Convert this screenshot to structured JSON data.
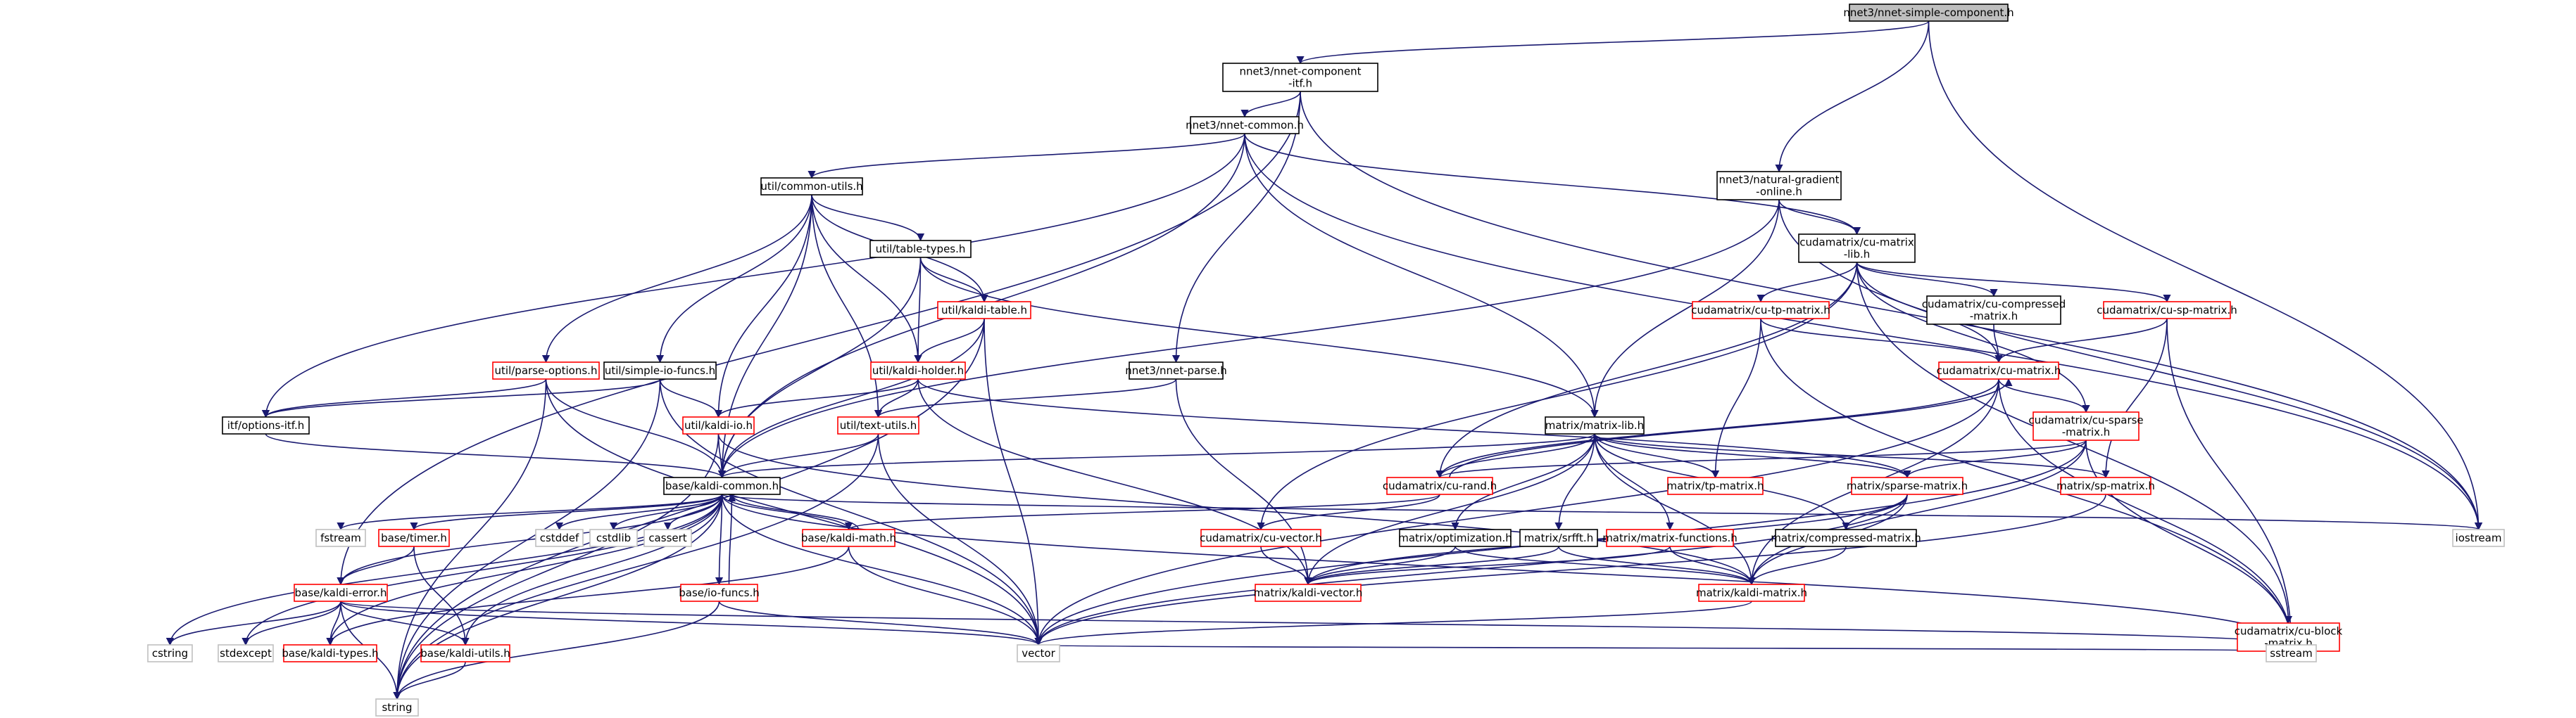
{
  "colors": {
    "edge": "#191970",
    "border_default": "#000000",
    "border_incomplete": "#ff0000",
    "border_external": "#bfbfbf",
    "fill_default": "#ffffff",
    "fill_root": "#bfbfbf",
    "text": "#000000"
  },
  "nodes": [
    {
      "id": "nnet-simple-component",
      "lines": [
        "nnet3/nnet-simple-component.h"
      ],
      "style": "root"
    },
    {
      "id": "nnet-component-itf",
      "lines": [
        "nnet3/nnet-component",
        "-itf.h"
      ],
      "style": "default"
    },
    {
      "id": "nnet-common",
      "lines": [
        "nnet3/nnet-common.h"
      ],
      "style": "default"
    },
    {
      "id": "natural-gradient-online",
      "lines": [
        "nnet3/natural-gradient",
        "-online.h"
      ],
      "style": "default"
    },
    {
      "id": "common-utils",
      "lines": [
        "util/common-utils.h"
      ],
      "style": "default"
    },
    {
      "id": "cu-matrix-lib",
      "lines": [
        "cudamatrix/cu-matrix",
        "-lib.h"
      ],
      "style": "default"
    },
    {
      "id": "table-types",
      "lines": [
        "util/table-types.h"
      ],
      "style": "default"
    },
    {
      "id": "kaldi-table",
      "lines": [
        "util/kaldi-table.h"
      ],
      "style": "incomplete"
    },
    {
      "id": "cu-tp-matrix",
      "lines": [
        "cudamatrix/cu-tp-matrix.h"
      ],
      "style": "incomplete"
    },
    {
      "id": "cu-compressed-matrix",
      "lines": [
        "cudamatrix/cu-compressed",
        "-matrix.h"
      ],
      "style": "default"
    },
    {
      "id": "cu-sp-matrix",
      "lines": [
        "cudamatrix/cu-sp-matrix.h"
      ],
      "style": "incomplete"
    },
    {
      "id": "parse-options",
      "lines": [
        "util/parse-options.h"
      ],
      "style": "incomplete"
    },
    {
      "id": "simple-io-funcs",
      "lines": [
        "util/simple-io-funcs.h"
      ],
      "style": "default"
    },
    {
      "id": "kaldi-holder",
      "lines": [
        "util/kaldi-holder.h"
      ],
      "style": "incomplete"
    },
    {
      "id": "nnet-parse",
      "lines": [
        "nnet3/nnet-parse.h"
      ],
      "style": "default"
    },
    {
      "id": "cu-matrix",
      "lines": [
        "cudamatrix/cu-matrix.h"
      ],
      "style": "incomplete"
    },
    {
      "id": "cu-sparse-matrix",
      "lines": [
        "cudamatrix/cu-sparse",
        "-matrix.h"
      ],
      "style": "incomplete"
    },
    {
      "id": "options-itf",
      "lines": [
        "itf/options-itf.h"
      ],
      "style": "default"
    },
    {
      "id": "kaldi-io",
      "lines": [
        "util/kaldi-io.h"
      ],
      "style": "incomplete"
    },
    {
      "id": "text-utils",
      "lines": [
        "util/text-utils.h"
      ],
      "style": "incomplete"
    },
    {
      "id": "matrix-lib",
      "lines": [
        "matrix/matrix-lib.h"
      ],
      "style": "default"
    },
    {
      "id": "kaldi-common",
      "lines": [
        "base/kaldi-common.h"
      ],
      "style": "default"
    },
    {
      "id": "cu-rand",
      "lines": [
        "cudamatrix/cu-rand.h"
      ],
      "style": "incomplete"
    },
    {
      "id": "tp-matrix",
      "lines": [
        "matrix/tp-matrix.h"
      ],
      "style": "incomplete"
    },
    {
      "id": "sparse-matrix",
      "lines": [
        "matrix/sparse-matrix.h"
      ],
      "style": "incomplete"
    },
    {
      "id": "sp-matrix",
      "lines": [
        "matrix/sp-matrix.h"
      ],
      "style": "incomplete"
    },
    {
      "id": "iostream",
      "lines": [
        "iostream"
      ],
      "style": "external"
    },
    {
      "id": "fstream",
      "lines": [
        "fstream"
      ],
      "style": "external"
    },
    {
      "id": "timer",
      "lines": [
        "base/timer.h"
      ],
      "style": "incomplete"
    },
    {
      "id": "cstddef",
      "lines": [
        "cstddef"
      ],
      "style": "external"
    },
    {
      "id": "cstdlib",
      "lines": [
        "cstdlib"
      ],
      "style": "external"
    },
    {
      "id": "cassert",
      "lines": [
        "cassert"
      ],
      "style": "external"
    },
    {
      "id": "kaldi-math",
      "lines": [
        "base/kaldi-math.h"
      ],
      "style": "incomplete"
    },
    {
      "id": "cu-vector",
      "lines": [
        "cudamatrix/cu-vector.h"
      ],
      "style": "incomplete"
    },
    {
      "id": "optimization",
      "lines": [
        "matrix/optimization.h"
      ],
      "style": "default"
    },
    {
      "id": "srfft",
      "lines": [
        "matrix/srfft.h"
      ],
      "style": "default"
    },
    {
      "id": "matrix-functions",
      "lines": [
        "matrix/matrix-functions.h"
      ],
      "style": "incomplete"
    },
    {
      "id": "compressed-matrix",
      "lines": [
        "matrix/compressed-matrix.h"
      ],
      "style": "default"
    },
    {
      "id": "kaldi-error",
      "lines": [
        "base/kaldi-error.h"
      ],
      "style": "incomplete"
    },
    {
      "id": "io-funcs",
      "lines": [
        "base/io-funcs.h"
      ],
      "style": "incomplete"
    },
    {
      "id": "kaldi-vector",
      "lines": [
        "matrix/kaldi-vector.h"
      ],
      "style": "incomplete"
    },
    {
      "id": "kaldi-matrix",
      "lines": [
        "matrix/kaldi-matrix.h"
      ],
      "style": "incomplete"
    },
    {
      "id": "cu-block-matrix",
      "lines": [
        "cudamatrix/cu-block",
        "-matrix.h"
      ],
      "style": "incomplete"
    },
    {
      "id": "cstring",
      "lines": [
        "cstring"
      ],
      "style": "external"
    },
    {
      "id": "stdexcept",
      "lines": [
        "stdexcept"
      ],
      "style": "external"
    },
    {
      "id": "kaldi-types",
      "lines": [
        "base/kaldi-types.h"
      ],
      "style": "incomplete"
    },
    {
      "id": "kaldi-utils",
      "lines": [
        "base/kaldi-utils.h"
      ],
      "style": "incomplete"
    },
    {
      "id": "vector",
      "lines": [
        "vector"
      ],
      "style": "external"
    },
    {
      "id": "sstream",
      "lines": [
        "sstream"
      ],
      "style": "external"
    },
    {
      "id": "string",
      "lines": [
        "string"
      ],
      "style": "external"
    }
  ],
  "edges": [
    [
      "nnet-simple-component",
      "nnet-component-itf"
    ],
    [
      "nnet-simple-component",
      "natural-gradient-online"
    ],
    [
      "nnet-simple-component",
      "iostream"
    ],
    [
      "nnet-component-itf",
      "nnet-common"
    ],
    [
      "nnet-component-itf",
      "nnet-parse"
    ],
    [
      "nnet-component-itf",
      "kaldi-error"
    ],
    [
      "nnet-component-itf",
      "iostream"
    ],
    [
      "nnet-common",
      "common-utils"
    ],
    [
      "nnet-common",
      "cu-matrix-lib"
    ],
    [
      "nnet-common",
      "options-itf"
    ],
    [
      "nnet-common",
      "matrix-lib"
    ],
    [
      "nnet-common",
      "kaldi-common"
    ],
    [
      "nnet-common",
      "iostream"
    ],
    [
      "natural-gradient-online",
      "cu-matrix-lib"
    ],
    [
      "natural-gradient-online",
      "matrix-lib"
    ],
    [
      "natural-gradient-online",
      "kaldi-common"
    ],
    [
      "natural-gradient-online",
      "iostream"
    ],
    [
      "common-utils",
      "table-types"
    ],
    [
      "common-utils",
      "kaldi-table"
    ],
    [
      "common-utils",
      "kaldi-holder"
    ],
    [
      "common-utils",
      "parse-options"
    ],
    [
      "common-utils",
      "simple-io-funcs"
    ],
    [
      "common-utils",
      "kaldi-io"
    ],
    [
      "common-utils",
      "text-utils"
    ],
    [
      "common-utils",
      "kaldi-common"
    ],
    [
      "cu-matrix-lib",
      "cu-tp-matrix"
    ],
    [
      "cu-matrix-lib",
      "cu-compressed-matrix"
    ],
    [
      "cu-matrix-lib",
      "cu-sp-matrix"
    ],
    [
      "cu-matrix-lib",
      "cu-matrix"
    ],
    [
      "cu-matrix-lib",
      "cu-sparse-matrix"
    ],
    [
      "cu-matrix-lib",
      "cu-rand"
    ],
    [
      "cu-matrix-lib",
      "cu-vector"
    ],
    [
      "cu-matrix-lib",
      "cu-block-matrix"
    ],
    [
      "table-types",
      "kaldi-table"
    ],
    [
      "table-types",
      "kaldi-holder"
    ],
    [
      "table-types",
      "matrix-lib"
    ],
    [
      "table-types",
      "kaldi-common"
    ],
    [
      "kaldi-table",
      "kaldi-holder"
    ],
    [
      "kaldi-table",
      "kaldi-common"
    ],
    [
      "kaldi-table",
      "vector"
    ],
    [
      "kaldi-table",
      "string"
    ],
    [
      "cu-tp-matrix",
      "cu-matrix"
    ],
    [
      "cu-tp-matrix",
      "tp-matrix"
    ],
    [
      "cu-tp-matrix",
      "sstream"
    ],
    [
      "cu-compressed-matrix",
      "cu-matrix"
    ],
    [
      "cu-sp-matrix",
      "cu-matrix"
    ],
    [
      "cu-sp-matrix",
      "sp-matrix"
    ],
    [
      "cu-sp-matrix",
      "sstream"
    ],
    [
      "parse-options",
      "options-itf"
    ],
    [
      "parse-options",
      "kaldi-common"
    ],
    [
      "parse-options",
      "vector"
    ],
    [
      "parse-options",
      "string"
    ],
    [
      "simple-io-funcs",
      "options-itf"
    ],
    [
      "simple-io-funcs",
      "kaldi-io"
    ],
    [
      "simple-io-funcs",
      "vector"
    ],
    [
      "simple-io-funcs",
      "string"
    ],
    [
      "kaldi-holder",
      "kaldi-io"
    ],
    [
      "kaldi-holder",
      "text-utils"
    ],
    [
      "kaldi-holder",
      "sparse-matrix"
    ],
    [
      "kaldi-holder",
      "kaldi-vector"
    ],
    [
      "nnet-parse",
      "text-utils"
    ],
    [
      "nnet-parse",
      "kaldi-vector"
    ],
    [
      "cu-matrix",
      "cu-sparse-matrix"
    ],
    [
      "cu-matrix",
      "cu-rand"
    ],
    [
      "cu-matrix",
      "kaldi-matrix"
    ],
    [
      "cu-matrix",
      "sstream"
    ],
    [
      "cu-matrix",
      "vector"
    ],
    [
      "cu-sparse-matrix",
      "cu-rand"
    ],
    [
      "cu-sparse-matrix",
      "sparse-matrix"
    ],
    [
      "cu-sparse-matrix",
      "kaldi-matrix"
    ],
    [
      "cu-sparse-matrix",
      "sstream"
    ],
    [
      "cu-sparse-matrix",
      "vector"
    ],
    [
      "options-itf",
      "kaldi-common"
    ],
    [
      "kaldi-io",
      "kaldi-common"
    ],
    [
      "kaldi-io",
      "kaldi-matrix"
    ],
    [
      "kaldi-io",
      "string"
    ],
    [
      "text-utils",
      "kaldi-common"
    ],
    [
      "text-utils",
      "vector"
    ],
    [
      "text-utils",
      "string"
    ],
    [
      "matrix-lib",
      "kaldi-common"
    ],
    [
      "matrix-lib",
      "tp-matrix"
    ],
    [
      "matrix-lib",
      "sparse-matrix"
    ],
    [
      "matrix-lib",
      "sp-matrix"
    ],
    [
      "matrix-lib",
      "optimization"
    ],
    [
      "matrix-lib",
      "srfft"
    ],
    [
      "matrix-lib",
      "matrix-functions"
    ],
    [
      "matrix-lib",
      "compressed-matrix"
    ],
    [
      "matrix-lib",
      "kaldi-vector"
    ],
    [
      "matrix-lib",
      "kaldi-matrix"
    ],
    [
      "matrix-lib",
      "cu-rand"
    ],
    [
      "kaldi-common",
      "fstream"
    ],
    [
      "kaldi-common",
      "timer"
    ],
    [
      "kaldi-common",
      "cstddef"
    ],
    [
      "kaldi-common",
      "cstdlib"
    ],
    [
      "kaldi-common",
      "cassert"
    ],
    [
      "kaldi-common",
      "kaldi-math"
    ],
    [
      "kaldi-common",
      "io-funcs"
    ],
    [
      "kaldi-common",
      "kaldi-error"
    ],
    [
      "kaldi-common",
      "kaldi-types"
    ],
    [
      "kaldi-common",
      "kaldi-utils"
    ],
    [
      "kaldi-common",
      "cstring"
    ],
    [
      "kaldi-common",
      "stdexcept"
    ],
    [
      "kaldi-common",
      "vector"
    ],
    [
      "kaldi-common",
      "string"
    ],
    [
      "kaldi-common",
      "iostream"
    ],
    [
      "kaldi-common",
      "sstream"
    ],
    [
      "cu-rand",
      "cu-vector"
    ],
    [
      "cu-rand",
      "cu-matrix"
    ],
    [
      "cu-rand",
      "kaldi-math"
    ],
    [
      "sparse-matrix",
      "compressed-matrix"
    ],
    [
      "sparse-matrix",
      "kaldi-vector"
    ],
    [
      "sparse-matrix",
      "kaldi-matrix"
    ],
    [
      "sparse-matrix",
      "vector"
    ],
    [
      "sp-matrix",
      "vector"
    ],
    [
      "timer",
      "kaldi-error"
    ],
    [
      "timer",
      "kaldi-utils"
    ],
    [
      "kaldi-math",
      "kaldi-common"
    ],
    [
      "kaldi-math",
      "kaldi-types"
    ],
    [
      "kaldi-math",
      "vector"
    ],
    [
      "cu-vector",
      "kaldi-vector"
    ],
    [
      "optimization",
      "kaldi-vector"
    ],
    [
      "optimization",
      "kaldi-matrix"
    ],
    [
      "srfft",
      "kaldi-vector"
    ],
    [
      "srfft",
      "kaldi-matrix"
    ],
    [
      "matrix-functions",
      "kaldi-vector"
    ],
    [
      "matrix-functions",
      "kaldi-matrix"
    ],
    [
      "compressed-matrix",
      "kaldi-matrix"
    ],
    [
      "kaldi-error",
      "kaldi-types"
    ],
    [
      "kaldi-error",
      "kaldi-utils"
    ],
    [
      "kaldi-error",
      "cstring"
    ],
    [
      "kaldi-error",
      "stdexcept"
    ],
    [
      "kaldi-error",
      "vector"
    ],
    [
      "kaldi-error",
      "sstream"
    ],
    [
      "kaldi-error",
      "string"
    ],
    [
      "io-funcs",
      "kaldi-common"
    ],
    [
      "io-funcs",
      "vector"
    ],
    [
      "io-funcs",
      "string"
    ],
    [
      "kaldi-matrix",
      "vector"
    ],
    [
      "cu-block-matrix",
      "vector"
    ],
    [
      "cu-block-matrix",
      "sstream"
    ],
    [
      "kaldi-utils",
      "string"
    ]
  ]
}
